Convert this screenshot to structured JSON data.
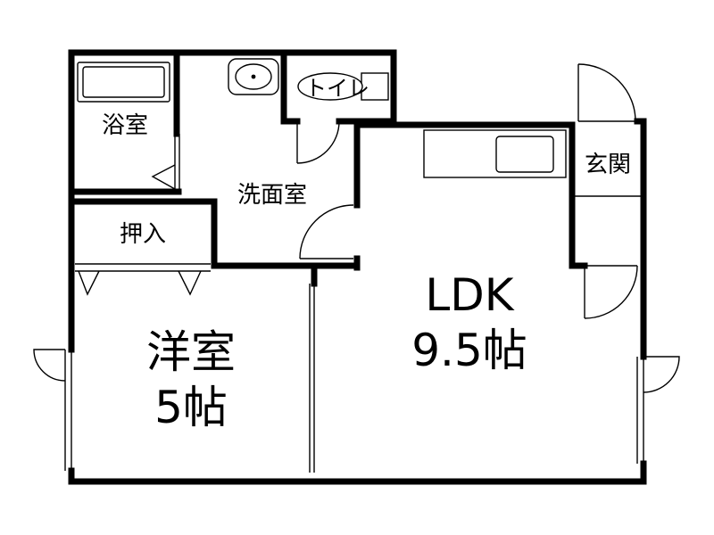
{
  "floor_plan": {
    "rooms": {
      "bath": {
        "label": "浴室"
      },
      "toilet": {
        "label": "トイレ"
      },
      "washroom": {
        "label": "洗面室"
      },
      "closet": {
        "label": "押入"
      },
      "entrance": {
        "label": "玄関"
      },
      "ldk": {
        "name": "LDK",
        "size": "9.5帖"
      },
      "western": {
        "name": "洋室",
        "size": "5帖"
      }
    }
  }
}
